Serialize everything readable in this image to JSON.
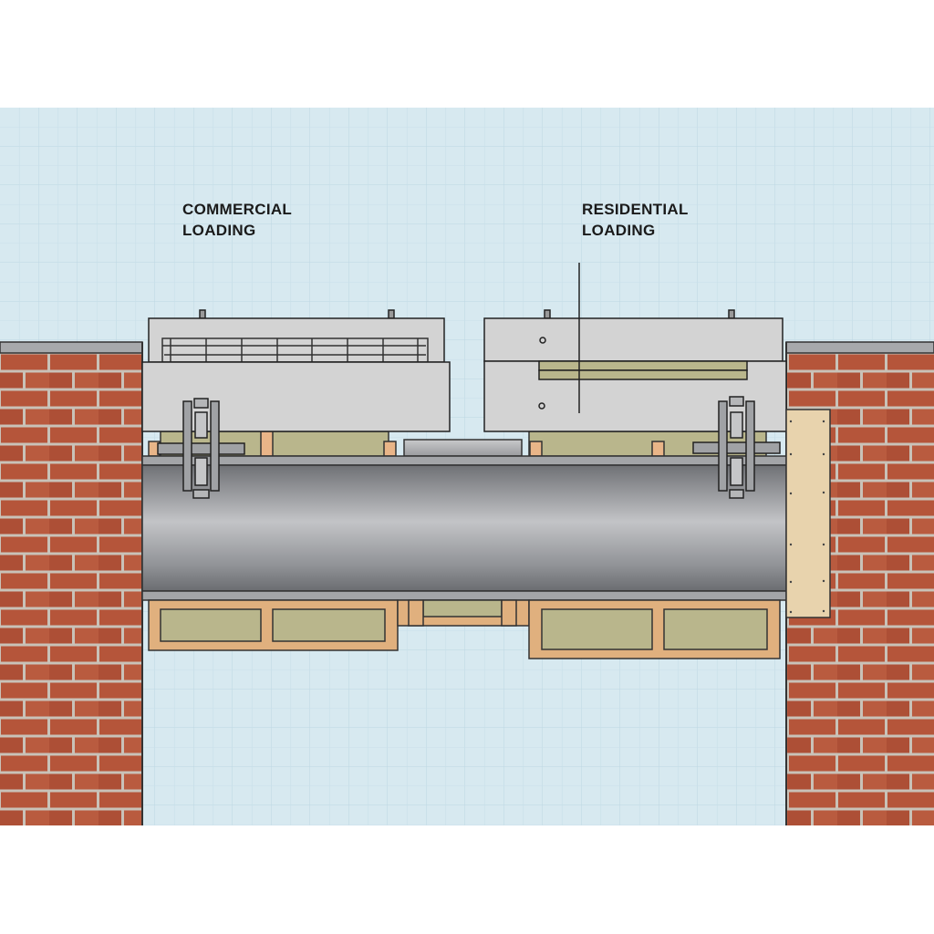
{
  "labels": {
    "commercial": {
      "line1": "COMMERCIAL",
      "line2": "LOADING"
    },
    "residential": {
      "line1": "RESIDENTIAL",
      "line2": "LOADING"
    }
  },
  "colors": {
    "background_grid": "#d7e9f0",
    "grid_line": "#bcd6e2",
    "brick": "#b5553a",
    "mortar": "#c9c2b8",
    "concrete": "#d3d3d3",
    "pipe": "#8a8c90",
    "mineral_wool": "#b9b68c",
    "timber": "#e0b07e",
    "plywood": "#e8d3ad"
  }
}
